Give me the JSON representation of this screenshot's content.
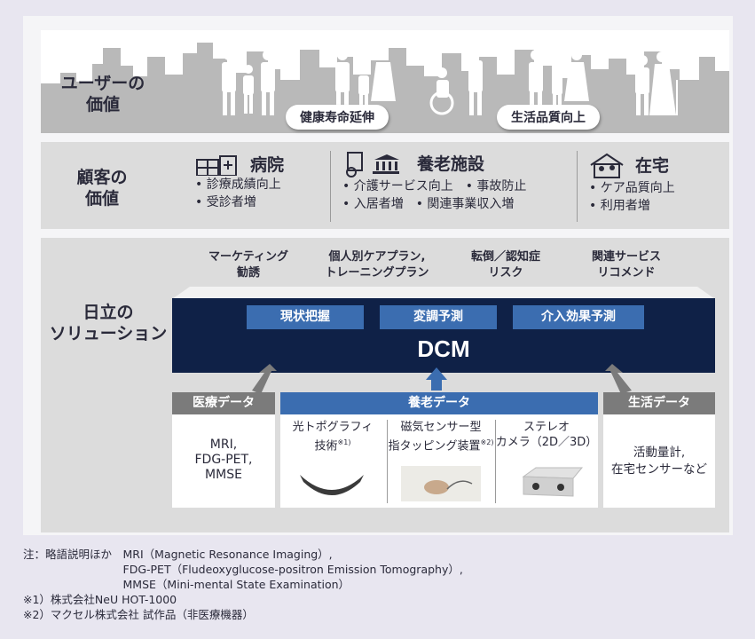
{
  "user_value": {
    "label": "ユーザーの\n価値",
    "label_l1": "ユーザーの",
    "label_l2": "価値",
    "pill1": "健康寿命延伸",
    "pill2": "生活品質向上"
  },
  "customer_value": {
    "label_l1": "顧客の",
    "label_l2": "価値",
    "groups": [
      {
        "title": "病院",
        "items": [
          "• 診療成績向上",
          "• 受診者増"
        ]
      },
      {
        "title": "養老施設",
        "items": [
          "• 介護サービス向上　• 事故防止",
          "• 入居者増　• 関連事業収入増"
        ]
      },
      {
        "title": "在宅",
        "items": [
          "• ケア品質向上",
          "• 利用者増"
        ]
      }
    ]
  },
  "solution": {
    "label_l1": "日立の",
    "label_l2": "ソリューション",
    "top_items": [
      {
        "l1": "マーケティング",
        "l2": "勧誘"
      },
      {
        "l1": "個人別ケアプラン,",
        "l2": "トレーニングプラン"
      },
      {
        "l1": "転倒／認知症",
        "l2": "リスク"
      },
      {
        "l1": "関連サービス",
        "l2": "リコメンド"
      }
    ],
    "boxes": [
      "現状把握",
      "変調予測",
      "介入効果予測"
    ],
    "dcm": "DCM"
  },
  "data": {
    "medical": {
      "header": "医療データ",
      "l1": "MRI,",
      "l2": "FDG-PET,",
      "l3": "MMSE"
    },
    "care": {
      "header": "養老データ",
      "sub1_l1": "光トポグラフィ",
      "sub1_l2": "技術",
      "sub1_note": "※1)",
      "sub2_l1": "磁気センサー型",
      "sub2_l2": "指タッピング装置",
      "sub2_note": "※2)",
      "sub3_l1": "ステレオ",
      "sub3_l2": "カメラ（2D／3D）"
    },
    "life": {
      "header": "生活データ",
      "l1": "活動量計,",
      "l2": "在宅センサーなど"
    }
  },
  "notes": [
    "注：略語説明ほか　MRI（Magnetic Resonance Imaging）,",
    "　　　　　　　　　FDG-PET（Fludeoxyglucose-positron Emission Tomography）,",
    "　　　　　　　　　MMSE（Mini-mental State Examination）",
    "※1）株式会社NeU HOT-1000",
    "※2）マクセル株式会社 試作品（非医療機器）"
  ],
  "colors": {
    "navy": "#0f2147",
    "blue": "#3b6db0",
    "gray_header": "#7b7b7b",
    "band": "#dcdcdc",
    "silhouette": "#b9b9b9"
  }
}
